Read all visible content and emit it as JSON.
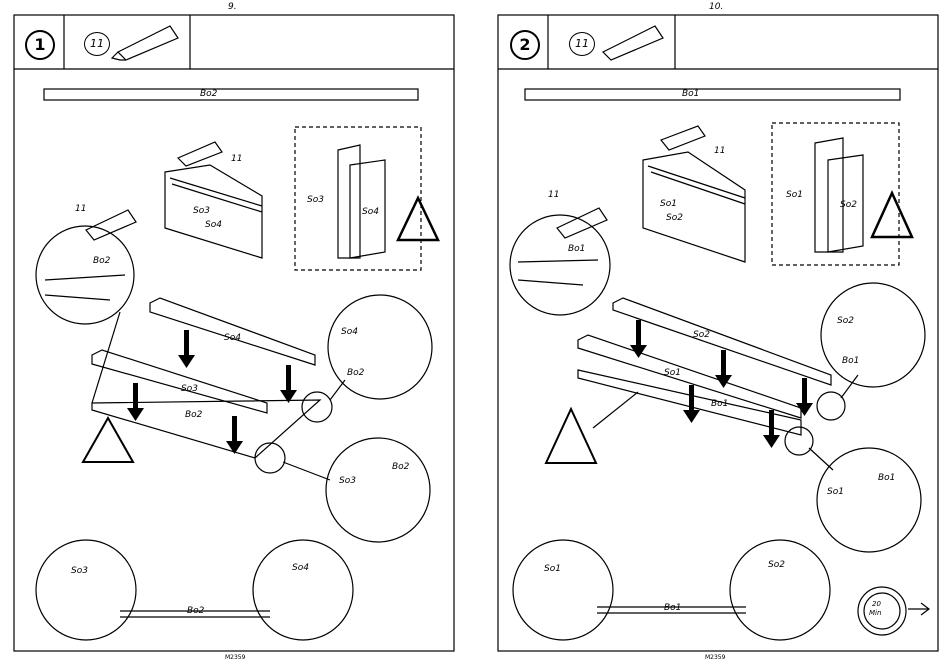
{
  "pages": [
    {
      "page_number": "9.",
      "step": "1",
      "glue_ref": "11",
      "footer": "M2359",
      "panel": "Bo2",
      "labels": {
        "glue_top": "11",
        "glue_left": "11",
        "board_a": "So3",
        "board_b": "So4",
        "detail_a": "So3",
        "detail_b": "So4",
        "circle_left": "Bo2",
        "bar_b": "So4",
        "bar_a": "So3",
        "bar_panel": "Bo2",
        "zoom_top_board": "So4",
        "zoom_top_panel": "Bo2",
        "zoom_bot_board": "So3",
        "zoom_bot_panel": "Bo2",
        "bottom_left": "So3",
        "bottom_right": "So4",
        "bottom_panel": "Bo2"
      }
    },
    {
      "page_number": "10.",
      "step": "2",
      "glue_ref": "11",
      "footer": "M2359",
      "panel": "Bo1",
      "time": "20",
      "time_unit": "Min",
      "labels": {
        "glue_top": "11",
        "glue_left": "11",
        "board_a": "So1",
        "board_b": "So2",
        "detail_a": "So1",
        "detail_b": "So2",
        "circle_left": "Bo1",
        "bar_b": "So2",
        "bar_a": "So1",
        "bar_panel": "Bo1",
        "zoom_top_board": "So2",
        "zoom_top_panel": "Bo1",
        "zoom_bot_board": "So1",
        "zoom_bot_panel": "Bo1",
        "bottom_left": "So1",
        "bottom_right": "So2",
        "bottom_panel": "Bo1"
      }
    }
  ]
}
